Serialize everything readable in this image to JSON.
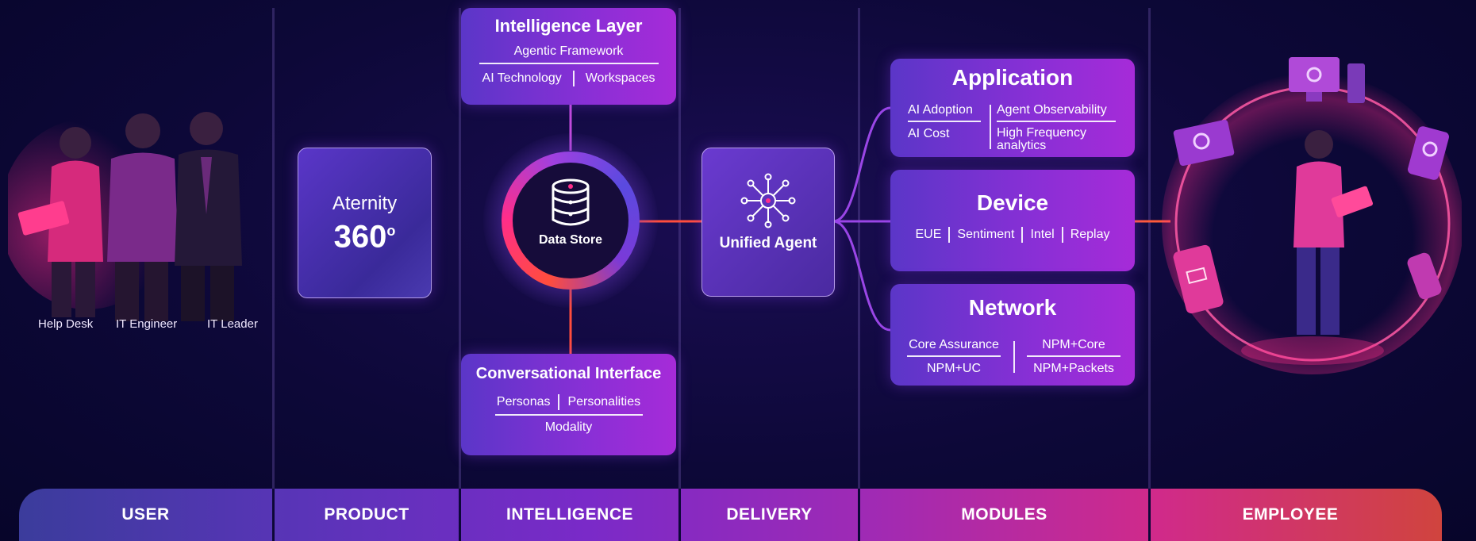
{
  "persons": [
    "Help Desk",
    "IT Engineer",
    "IT Leader"
  ],
  "product": {
    "name": "Aternity",
    "version": "360",
    "sup": "o"
  },
  "intelligence_layer": {
    "title": "Intelligence Layer",
    "subtitle": "Agentic Framework",
    "items": [
      "AI Technology",
      "Workspaces"
    ]
  },
  "data_store": {
    "label": "Data Store",
    "icon": "database-icon"
  },
  "conversational": {
    "title": "Conversational Interface",
    "items": [
      "Personas",
      "Personalities"
    ],
    "bottom": "Modality"
  },
  "unified_agent": {
    "label": "Unified Agent",
    "icon": "network-agent-icon"
  },
  "modules": {
    "application": {
      "title": "Application",
      "left": [
        "AI Adoption",
        "AI Cost"
      ],
      "right": [
        "Agent Observability",
        "High Frequency",
        "analytics"
      ]
    },
    "device": {
      "title": "Device",
      "items": [
        "EUE",
        "Sentiment",
        "Intel",
        "Replay"
      ]
    },
    "network": {
      "title": "Network",
      "left": [
        "Core Assurance",
        "NPM+UC"
      ],
      "right": [
        "NPM+Core",
        "NPM+Packets"
      ]
    }
  },
  "stages": [
    "USER",
    "PRODUCT",
    "INTELLIGENCE",
    "DELIVERY",
    "MODULES",
    "EMPLOYEE"
  ],
  "colors": {
    "pill_start": "#3b3c9c",
    "pill_end": "#d0443e",
    "card_start": "#5b36c8",
    "card_end": "#a62bd8",
    "accent_red": "#ff4d3d"
  }
}
